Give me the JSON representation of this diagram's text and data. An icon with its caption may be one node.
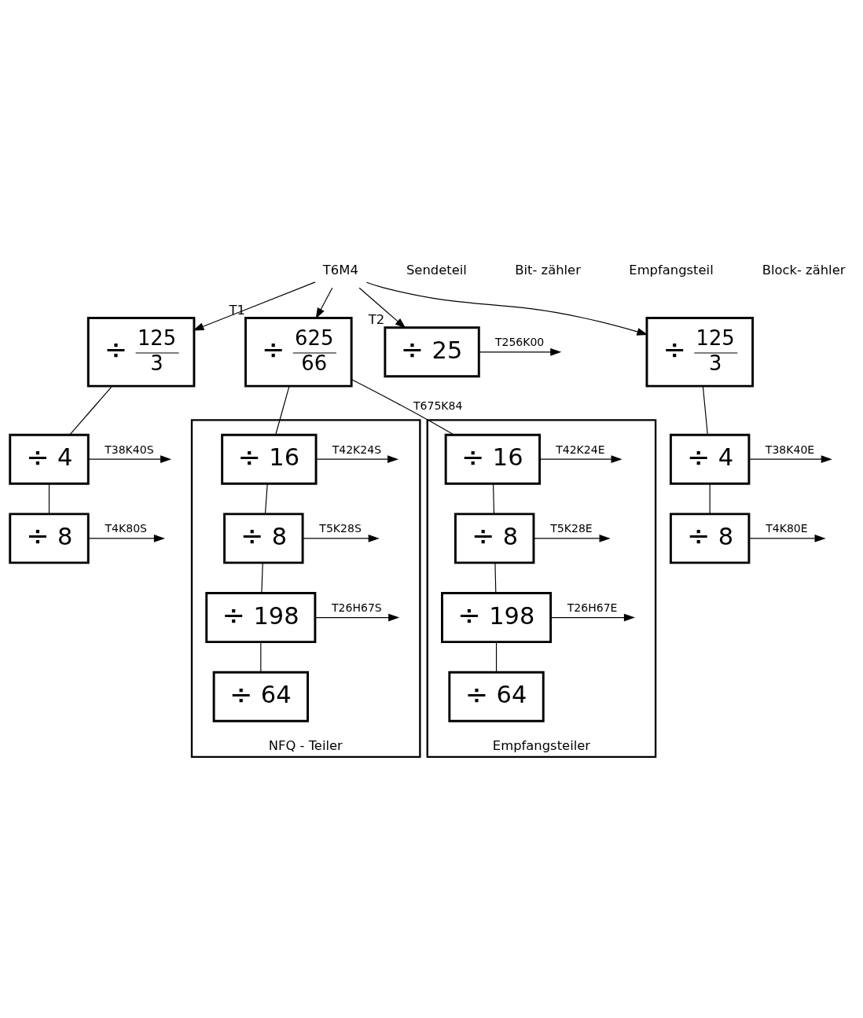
{
  "diagram": {
    "nodes": [
      {
        "text": [
          "T6M4"
        ]
      },
      {
        "text": [
          "÷",
          "125",
          "3"
        ]
      },
      {
        "text": [
          "÷",
          "625",
          "66"
        ],
        "beside": [
          "T1"
        ]
      },
      {
        "text": [
          "÷",
          "25"
        ],
        "beside": [
          "T2"
        ]
      },
      {
        "text": [
          "÷",
          "125",
          "3"
        ]
      },
      {
        "text": [
          "÷",
          "4"
        ]
      },
      {
        "text": [
          "÷",
          "8"
        ]
      },
      {
        "text": [
          "÷",
          "4"
        ]
      },
      {
        "text": [
          "÷",
          "8"
        ]
      },
      {
        "text": [
          "NFQ - Teiler"
        ]
      },
      {
        "text": [
          "÷",
          "16"
        ],
        "in": 9
      },
      {
        "text": [
          "÷",
          "8"
        ],
        "in": 9
      },
      {
        "text": [
          "÷",
          "198"
        ],
        "in": 9
      },
      {
        "text": [
          "÷",
          "64"
        ],
        "in": 9
      },
      {
        "text": [
          "Empfangsteiler"
        ]
      },
      {
        "text": [
          "÷",
          "16"
        ],
        "in": 14
      },
      {
        "text": [
          "÷",
          "8"
        ],
        "in": 14
      },
      {
        "text": [
          "÷",
          "198"
        ],
        "in": 14
      },
      {
        "text": [
          "÷",
          "64"
        ],
        "in": 14
      }
    ],
    "edges": [
      {
        "from": 0,
        "to": 1,
        "arrow": "to"
      },
      {
        "from": 0,
        "to": 2,
        "arrow": "to"
      },
      {
        "from": 0,
        "to": 3,
        "arrow": "to"
      },
      {
        "from": 0,
        "to": 4,
        "arrow": "to"
      },
      {
        "from": 1,
        "to": 5,
        "arrow": "none"
      },
      {
        "from": 5,
        "to": 6,
        "arrow": "none"
      },
      {
        "from": 5,
        "to": null,
        "arrow": "to",
        "label": "T38K40S"
      },
      {
        "from": 6,
        "to": null,
        "arrow": "to",
        "label": "T4K80S"
      },
      {
        "from": 3,
        "to": null,
        "arrow": "to",
        "label": "T256K00"
      },
      {
        "from": 2,
        "to": 10,
        "arrow": "none"
      },
      {
        "from": 2,
        "to": 15,
        "arrow": "none",
        "label": "T675K84"
      },
      {
        "from": 4,
        "to": 7,
        "arrow": "none"
      },
      {
        "from": 7,
        "to": 8,
        "arrow": "none"
      },
      {
        "from": 7,
        "to": null,
        "arrow": "to",
        "label": "T38K40E"
      },
      {
        "from": 8,
        "to": null,
        "arrow": "to",
        "label": "T4K80E"
      },
      {
        "from": 10,
        "to": 11,
        "arrow": "none"
      },
      {
        "from": 10,
        "to": null,
        "arrow": "to",
        "label": "T42K24S"
      },
      {
        "from": 11,
        "to": 12,
        "arrow": "none"
      },
      {
        "from": 11,
        "to": null,
        "arrow": "to",
        "label": "T5K28S"
      },
      {
        "from": 12,
        "to": 13,
        "arrow": "none"
      },
      {
        "from": 12,
        "to": null,
        "arrow": "to",
        "label": "T26H67S"
      },
      {
        "from": 15,
        "to": 16,
        "arrow": "none"
      },
      {
        "from": 15,
        "to": null,
        "arrow": "to",
        "label": "T42K24E"
      },
      {
        "from": 16,
        "to": 17,
        "arrow": "none"
      },
      {
        "from": 16,
        "to": null,
        "arrow": "to",
        "label": "T5K28E"
      },
      {
        "from": 17,
        "to": 18,
        "arrow": "none"
      },
      {
        "from": 17,
        "to": null,
        "arrow": "to",
        "label": "T26H67E"
      }
    ],
    "labels": [
      "Sendeteil",
      "Bit- zähler",
      "Empfangsteil",
      "Block- zähler"
    ]
  }
}
